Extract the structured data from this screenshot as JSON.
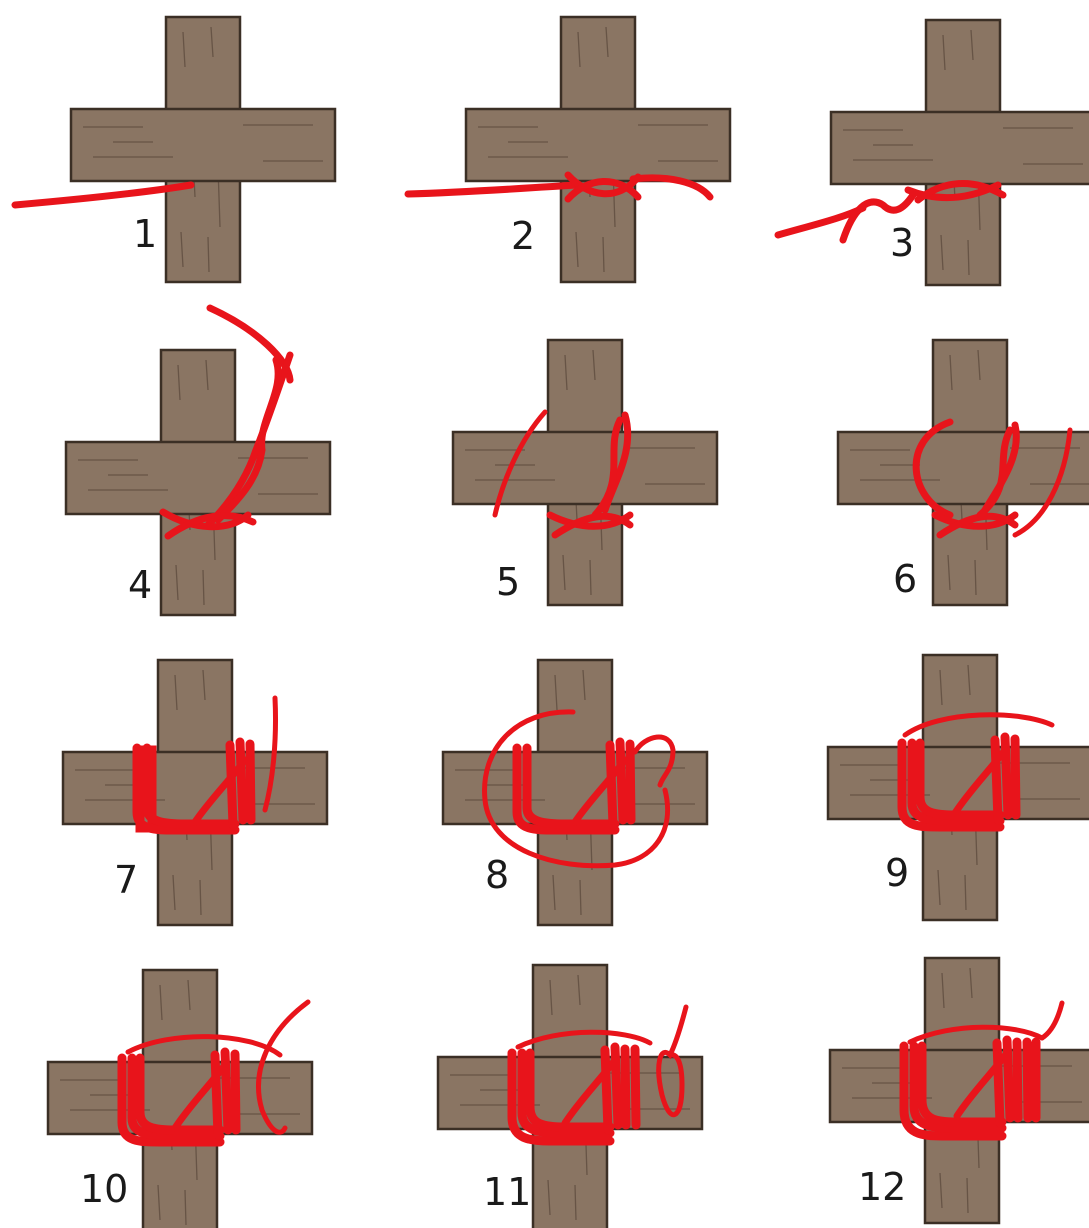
{
  "diagram": {
    "steps": [
      {
        "label": "1"
      },
      {
        "label": "2"
      },
      {
        "label": "3"
      },
      {
        "label": "4"
      },
      {
        "label": "5"
      },
      {
        "label": "6"
      },
      {
        "label": "7"
      },
      {
        "label": "8"
      },
      {
        "label": "9"
      },
      {
        "label": "10"
      },
      {
        "label": "11"
      },
      {
        "label": "12"
      }
    ],
    "colors": {
      "wood": "#8a7563",
      "wood_outline": "#3b2f25",
      "wood_grain": "#5e4c3e",
      "rope": "#e8141b",
      "rope_dark": "#b30d12",
      "label": "#1a1a1a"
    }
  }
}
